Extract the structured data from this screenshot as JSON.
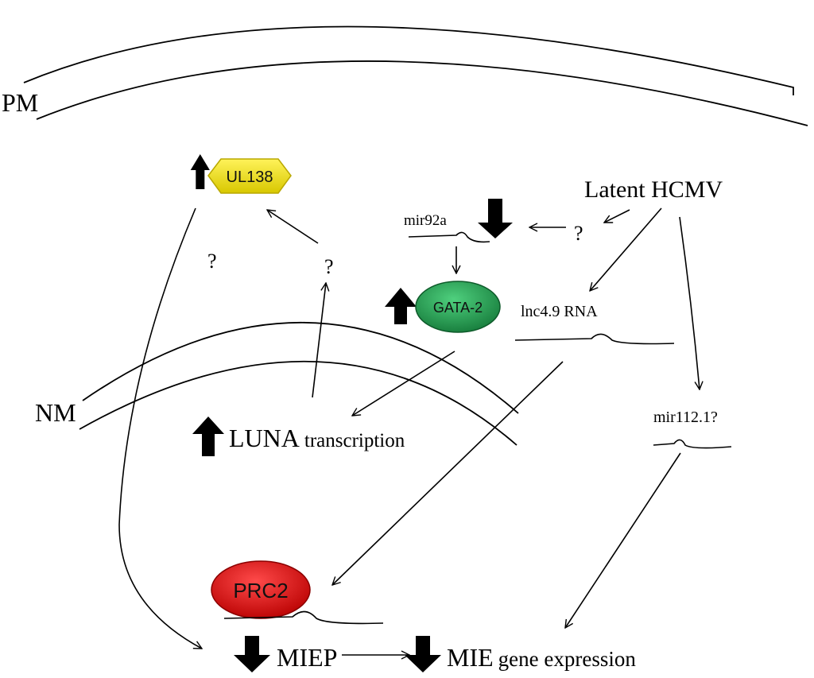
{
  "labels": {
    "pm": "PM",
    "nm": "NM",
    "latent_hcmv": "Latent HCMV",
    "mir92a": "mir92a",
    "lnc49": "lnc4.9 RNA",
    "mir112": "mir112.1?",
    "luna_big": "LUNA",
    "luna_small": "transcription",
    "miep": "MIEP",
    "mie_big": "MIE",
    "mie_small": "gene expression",
    "q1": "?",
    "q2": "?",
    "q3": "?"
  },
  "nodes": {
    "ul138": {
      "label": "UL138",
      "color": "#f2e600"
    },
    "gata2": {
      "label": "GATA-2",
      "color": "#1f9a4c"
    },
    "prc2": {
      "label": "PRC2",
      "color": "#e20d0d"
    }
  },
  "regulation": {
    "ul138": "up",
    "gata2": "up",
    "luna": "up",
    "mir92a": "down",
    "miep": "down",
    "mie": "down"
  }
}
